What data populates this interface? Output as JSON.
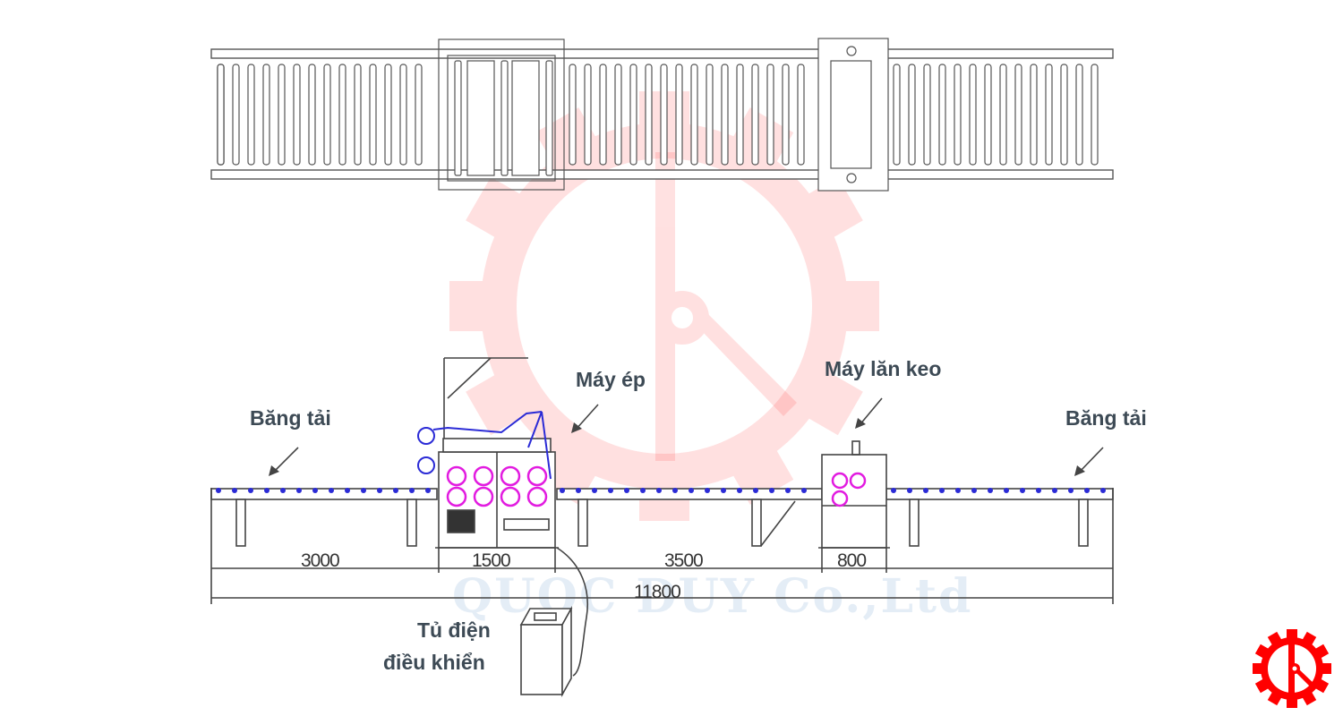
{
  "diagram": {
    "title": "",
    "views": [
      "top-view",
      "side-view"
    ],
    "labels": {
      "conveyor_left": "Băng tải",
      "press": "Máy ép",
      "glue_roller": "Máy lăn keo",
      "conveyor_right": "Băng tải",
      "control_cabinet_line1": "Tủ điện",
      "control_cabinet_line2": "điều khiển"
    },
    "dimensions": {
      "conveyor_left": "3000",
      "press": "1500",
      "middle_conveyor": "3500",
      "glue_roller": "800",
      "total": "11800"
    },
    "watermark": "QUOC DUY Co.,Ltd",
    "colors": {
      "line": "#555555",
      "roller_blue": "#2b2bd6",
      "press_magenta": "#e21ce0",
      "watermark_red": "#ff1a1a",
      "logo_red": "#ff0000",
      "label_text": "#3d4a55"
    }
  }
}
